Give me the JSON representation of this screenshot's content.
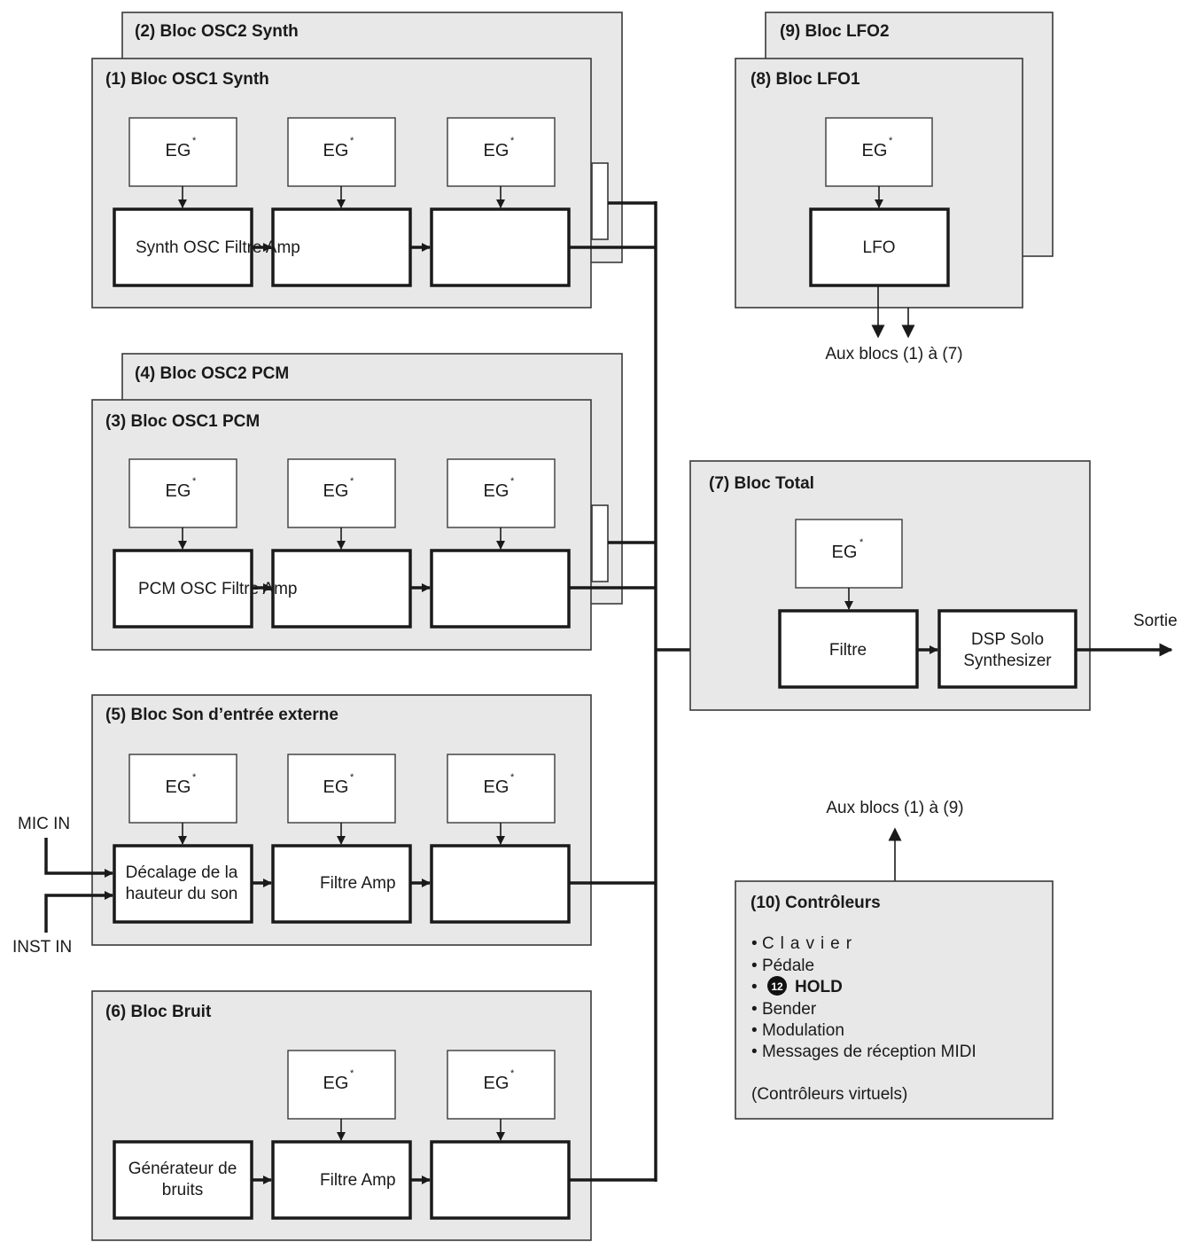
{
  "blocks": {
    "osc2_synth": "(2) Bloc OSC2 Synth",
    "osc1_synth": "(1) Bloc OSC1 Synth",
    "osc2_pcm": "(4) Bloc OSC2 PCM",
    "osc1_pcm": "(3) Bloc OSC1 PCM",
    "ext_input": "(5) Bloc Son d’entrée externe",
    "noise": "(6) Bloc Bruit",
    "total": "(7) Bloc Total",
    "lfo1": "(8) Bloc LFO1",
    "lfo2": "(9) Bloc LFO2",
    "controllers": "(10) Contrôleurs"
  },
  "eg_label": "EG",
  "eg_mark": "*",
  "processes": {
    "synth_osc_label": "Synth OSC Filtre Amp",
    "pcm_osc_label": "PCM OSC Filtre Amp",
    "pitch_shift_line1": "Décalage de la",
    "pitch_shift_line2": "hauteur du son",
    "filter_amp": "Filtre Amp",
    "noise_gen_line1": "Générateur de",
    "noise_gen_line2": "bruits",
    "lfo": "LFO",
    "filtre": "Filtre",
    "dsp_line1": "DSP Solo",
    "dsp_line2": "Synthesizer"
  },
  "io": {
    "mic_in": "MIC IN",
    "inst_in": "INST IN",
    "output": "Sortie"
  },
  "notes": {
    "lfo_target": "Aux blocs (1) à (7)",
    "controllers_target": "Aux blocs (1) à (9)"
  },
  "controllers": {
    "items": [
      "Clavier",
      "Pédale",
      "HOLD",
      "Bender",
      "Modulation",
      "Messages de réception MIDI"
    ],
    "badge": "12",
    "footnote": "(Contrôleurs virtuels)"
  }
}
